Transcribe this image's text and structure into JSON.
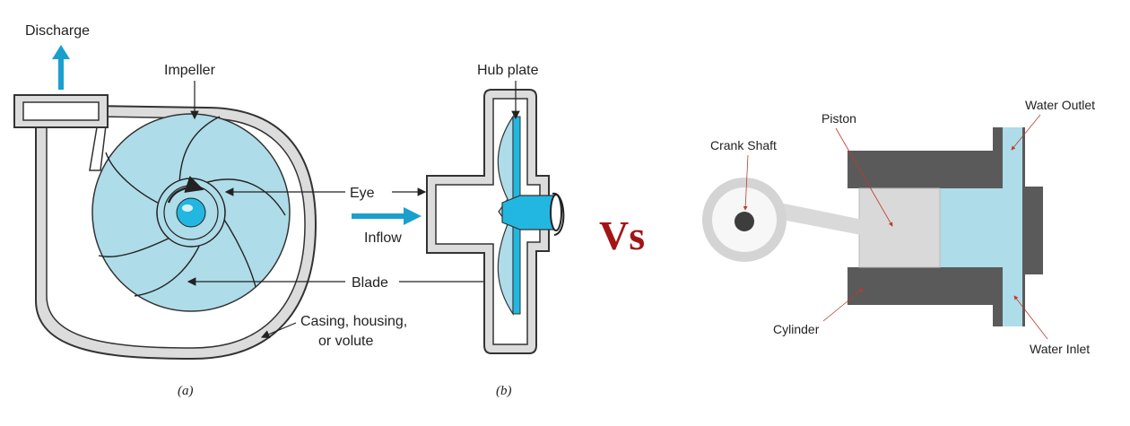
{
  "centrifugal": {
    "labels": {
      "discharge": "Discharge",
      "impeller": "Impeller",
      "hub_plate": "Hub plate",
      "eye": "Eye",
      "inflow": "Inflow",
      "blade": "Blade",
      "casing_line1": "Casing, housing,",
      "casing_line2": "or volute"
    },
    "captions": {
      "a": "(a)",
      "b": "(b)"
    }
  },
  "vs_label": "Vs",
  "reciprocating": {
    "labels": {
      "piston": "Piston",
      "crank_shaft": "Crank Shaft",
      "water_outlet": "Water Outlet",
      "cylinder": "Cylinder",
      "water_inlet": "Water Inlet"
    }
  },
  "colors": {
    "water_light": "#aedce9",
    "water_bright": "#22b7e0",
    "arrow_blue": "#1aa0cf",
    "casing_gray": "#dcdcdc",
    "cylinder_dark": "#5a5a5a",
    "piston_gray": "#d9d9d9",
    "vs_red": "#a31515",
    "pointer_red": "#c0392b"
  }
}
